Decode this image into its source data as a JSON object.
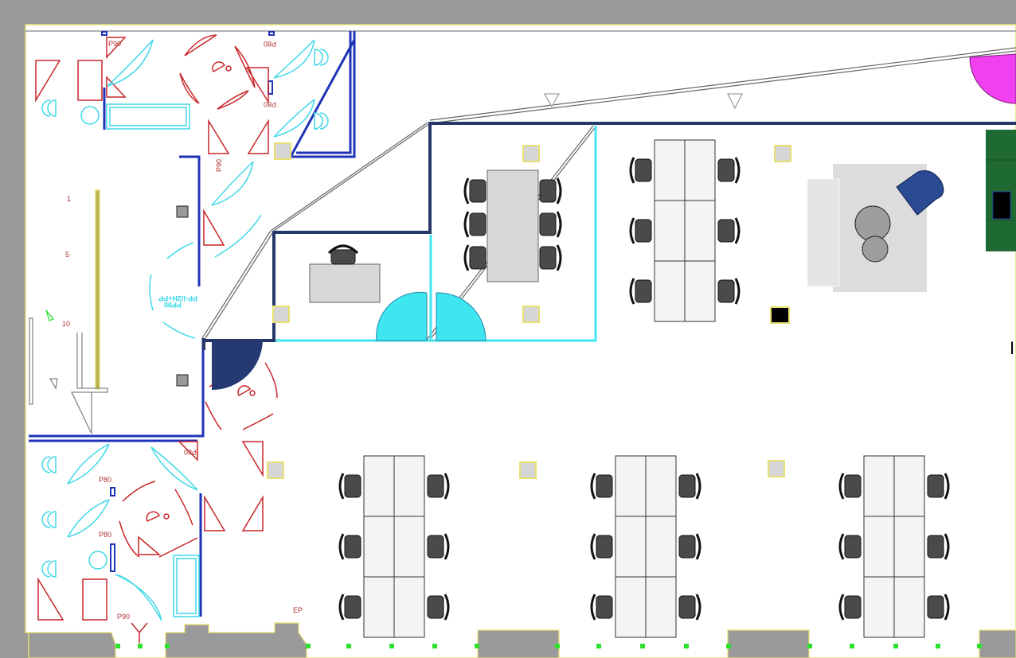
{
  "plan": {
    "labels": {
      "p90_top": "P90",
      "p80_top_right": "P80",
      "p80_mid_right": "P80",
      "p90_vertical": "P90",
      "num_1": "1",
      "num_5": "5",
      "num_10": "10",
      "corridor_code_1": "PP-I/2H+PP",
      "corridor_code_2": "PP90",
      "p80_lower_right": "P80",
      "p80_lower_1": "P80",
      "p80_lower_2": "P80",
      "p90_bottom": "P90",
      "ep": "EP",
      "edge_mark": "I"
    },
    "colors": {
      "wall_blue": "#1f33b8",
      "wall_navy": "#26376a",
      "glass_cyan": "#3ee6f0",
      "fixture_red": "#c8262a",
      "fixture_cyan": "#40d8e8",
      "desk": "#f4f4f4",
      "chair": "#4a4a4a",
      "column": "#d6d6d6",
      "column_outline": "#e8e070",
      "lounge_chair": "#2a4a94",
      "green_panel": "#1f6a32",
      "magenta_door": "#f040f0"
    }
  }
}
